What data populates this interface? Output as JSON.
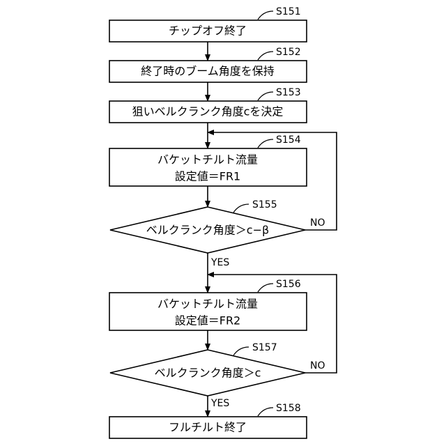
{
  "steps": {
    "s151": {
      "label": "S151",
      "text": "チップオフ終了"
    },
    "s152": {
      "label": "S152",
      "text": "終了時のブーム角度を保持"
    },
    "s153": {
      "label": "S153",
      "text": "狙いベルクランク角度cを決定"
    },
    "s154": {
      "label": "S154",
      "line1": "バケットチルト流量",
      "line2": "設定値＝FR1"
    },
    "s155": {
      "label": "S155",
      "text": "ベルクランク角度＞c−β"
    },
    "s156": {
      "label": "S156",
      "line1": "バケットチルト流量",
      "line2": "設定値＝FR2"
    },
    "s157": {
      "label": "S157",
      "text": "ベルクランク角度＞c"
    },
    "s158": {
      "label": "S158",
      "text": "フルチルト終了"
    }
  },
  "branches": {
    "yes": "YES",
    "no": "NO"
  }
}
